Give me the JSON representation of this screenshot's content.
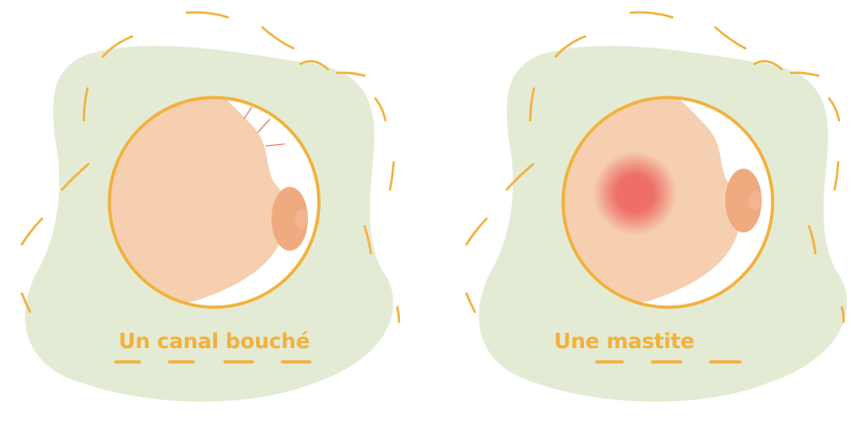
{
  "colors": {
    "background": "#ffffff",
    "blob": "#e4ebd4",
    "orange": "#f2b13d",
    "skin": "#f5cfaf",
    "areola": "#efaa80",
    "nipple": "#f4b48f",
    "inflammation": "#ee6b66",
    "pain_lines": "#ec8074"
  },
  "panels": [
    {
      "caption": "Un canal bouché",
      "condition": "blocked-duct"
    },
    {
      "caption": "Une mastite",
      "condition": "mastitis"
    }
  ]
}
